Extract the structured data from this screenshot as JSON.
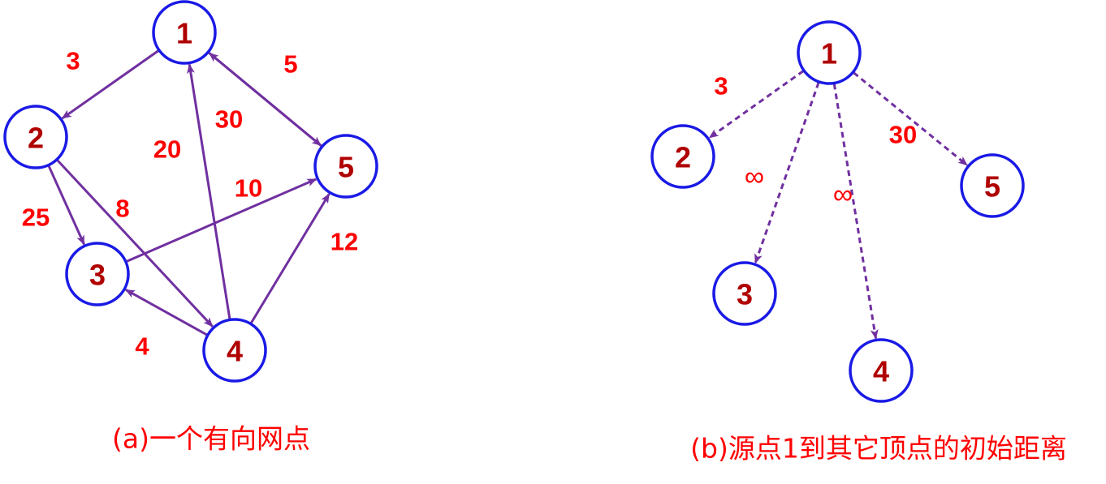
{
  "colors": {
    "node_stroke": "#1a1ae6",
    "node_label": "#b00000",
    "edge": "#7030a0",
    "weight": "#ff0000",
    "caption": "#ff0000"
  },
  "diagram_a": {
    "caption": "(a)一个有向网点",
    "nodes": [
      {
        "id": "1",
        "label": "1"
      },
      {
        "id": "2",
        "label": "2"
      },
      {
        "id": "3",
        "label": "3"
      },
      {
        "id": "4",
        "label": "4"
      },
      {
        "id": "5",
        "label": "5"
      }
    ],
    "edges": [
      {
        "from": "1",
        "to": "2",
        "weight": "3"
      },
      {
        "from": "5",
        "to": "1",
        "weight": "5"
      },
      {
        "from": "1",
        "to": "5",
        "weight": "30"
      },
      {
        "from": "4",
        "to": "1",
        "weight": "20"
      },
      {
        "from": "2",
        "to": "3",
        "weight": "25"
      },
      {
        "from": "2",
        "to": "4",
        "weight": "8"
      },
      {
        "from": "3",
        "to": "5",
        "weight": "10"
      },
      {
        "from": "4",
        "to": "5",
        "weight": "12"
      },
      {
        "from": "4",
        "to": "3",
        "weight": "4"
      }
    ]
  },
  "diagram_b": {
    "caption": "(b)源点1到其它顶点的初始距离",
    "nodes": [
      {
        "id": "1",
        "label": "1"
      },
      {
        "id": "2",
        "label": "2"
      },
      {
        "id": "3",
        "label": "3"
      },
      {
        "id": "4",
        "label": "4"
      },
      {
        "id": "5",
        "label": "5"
      }
    ],
    "edges": [
      {
        "from": "1",
        "to": "2",
        "weight": "3",
        "style": "dashed"
      },
      {
        "from": "1",
        "to": "3",
        "weight": "∞",
        "style": "dashed"
      },
      {
        "from": "1",
        "to": "4",
        "weight": "∞",
        "style": "dashed"
      },
      {
        "from": "1",
        "to": "5",
        "weight": "30",
        "style": "dashed"
      }
    ]
  }
}
